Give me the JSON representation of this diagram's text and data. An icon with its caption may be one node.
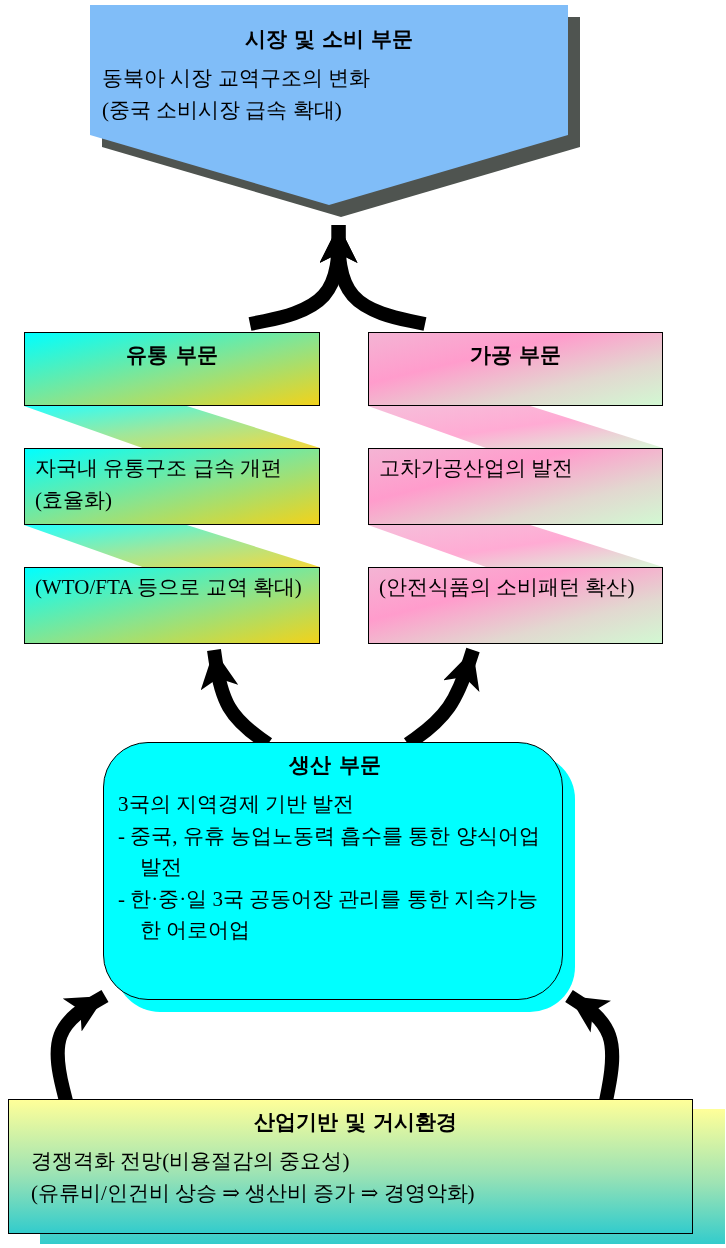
{
  "diagram": {
    "nodes": [
      {
        "text": [
          "시장 및 소비 부문",
          "동북아 시장 교역구조의 변화",
          "(중국 소비시장 급속 확대)"
        ]
      },
      {
        "text": [
          "유통 부문"
        ]
      },
      {
        "text": [
          "자국내 유통구조 급속 개편(효율화)"
        ]
      },
      {
        "text": [
          "(WTO/FTA 등으로 교역 확대)"
        ]
      },
      {
        "text": [
          "가공 부문"
        ]
      },
      {
        "text": [
          "고차가공산업의 발전"
        ]
      },
      {
        "text": [
          "(안전식품의 소비패턴 확산)"
        ]
      },
      {
        "text": [
          "생산 부문",
          "3국의 지역경제 기반 발전",
          "- 중국, 유휴 농업노동력 흡수를 통한 양식어업 발전",
          "- 한·중·일 3국 공동어장 관리를 통한 지속가능한 어로어업"
        ]
      },
      {
        "text": [
          "산업기반 및 거시환경",
          "경쟁격화 전망(비용절감의 중요성)",
          "(유류비/인건비 상승 ⇒ 생산비 증가 ⇒ 경영악화)"
        ]
      }
    ],
    "edges": [
      {
        "from": 1,
        "to": 0,
        "arrow": "to"
      },
      {
        "from": 4,
        "to": 0,
        "arrow": "to"
      },
      {
        "from": 7,
        "to": 3,
        "arrow": "to"
      },
      {
        "from": 7,
        "to": 6,
        "arrow": "to"
      },
      {
        "from": 8,
        "to": 7,
        "arrow": "to"
      },
      {
        "from": 8,
        "to": 7,
        "arrow": "to"
      }
    ]
  }
}
